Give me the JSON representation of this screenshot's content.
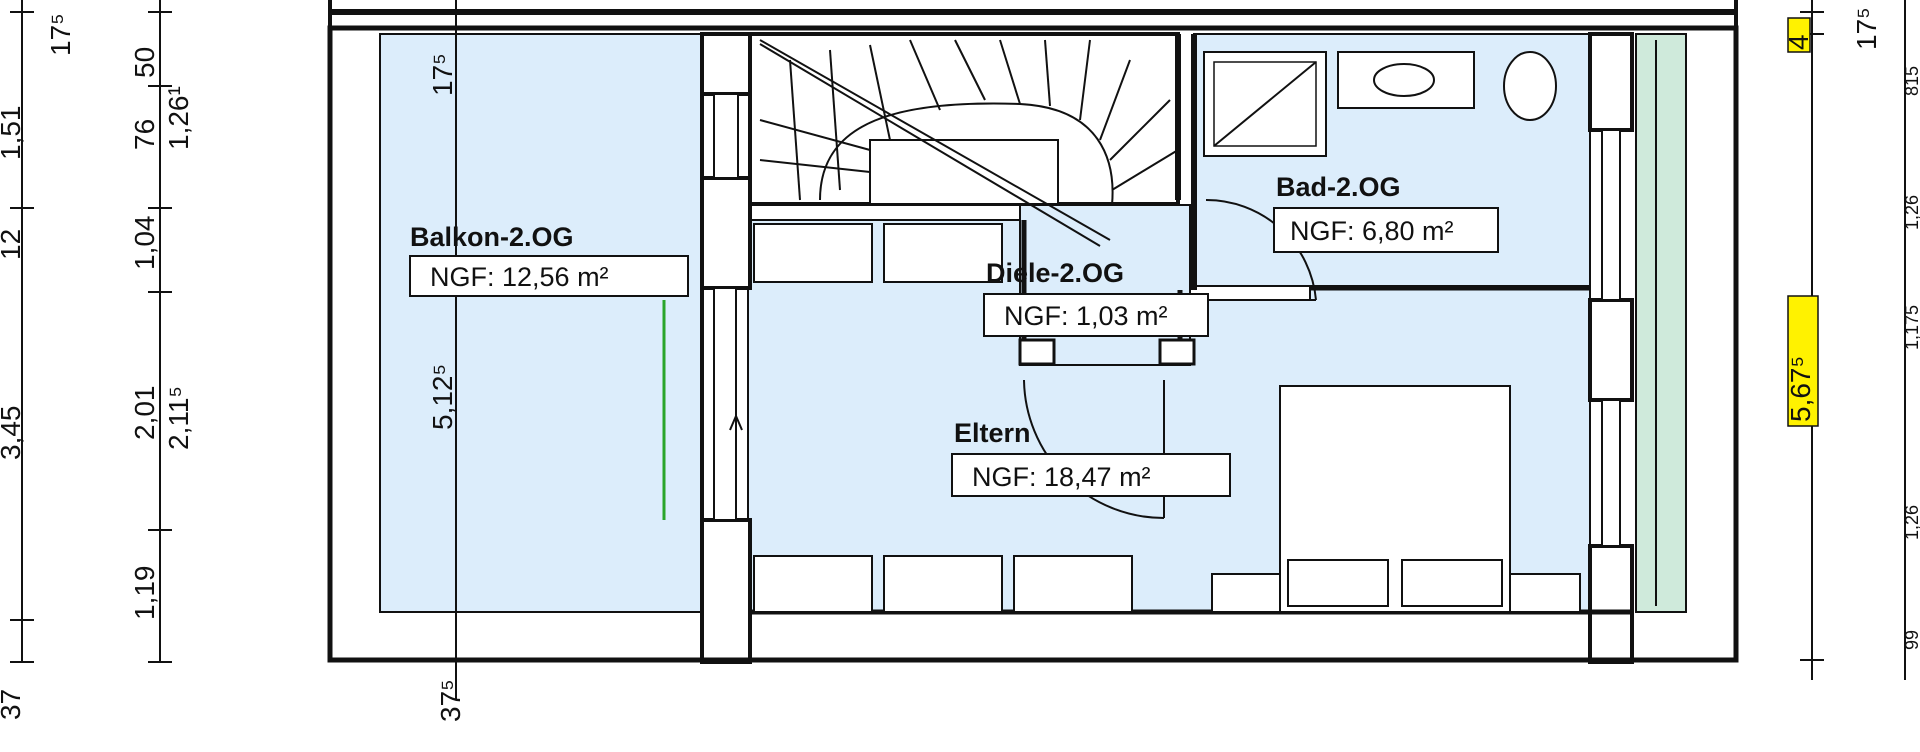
{
  "rooms": [
    {
      "id": "balkon",
      "name": "Balkon-2.OG",
      "area_label": "NGF: 12,56 m²"
    },
    {
      "id": "diele",
      "name": "Diele-2.OG",
      "area_label": "NGF: 1,03 m²"
    },
    {
      "id": "bad",
      "name": "Bad-2.OG",
      "area_label": "NGF: 6,80 m²"
    },
    {
      "id": "eltern",
      "name": "Eltern",
      "area_label": "NGF: 18,47 m²"
    }
  ],
  "dimensions": {
    "col1": [
      "17⁵",
      "1,51",
      "12",
      "3,45",
      "37"
    ],
    "col2": [
      "50",
      "76",
      "1,26¹",
      "1,04",
      "2,01",
      "2,11⁵",
      "1,19"
    ],
    "inner_left": [
      "17⁵",
      "5,12⁵",
      "37⁵"
    ],
    "right": [
      "17⁵",
      "4",
      "5,67⁵"
    ],
    "far_right": [
      "815",
      "1,26",
      "1,175",
      "1,26",
      "99"
    ]
  },
  "colors": {
    "room_fill": "#dcedfb",
    "green_strip": "#cfeadb",
    "highlight": "#fff200",
    "wall": "#111111"
  }
}
